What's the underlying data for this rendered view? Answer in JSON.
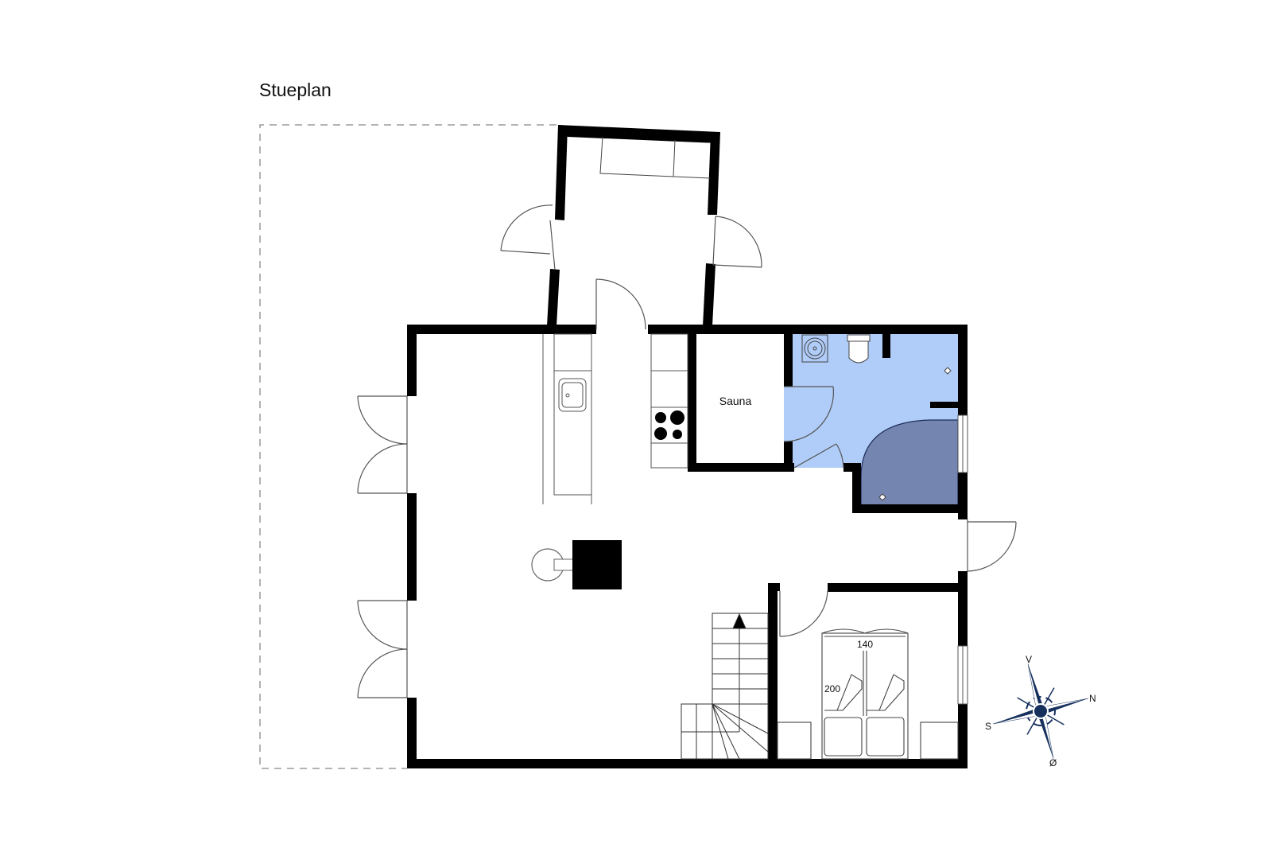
{
  "plan": {
    "title": "Stueplan",
    "rooms": [
      {
        "name": "sauna",
        "label": "Sauna"
      },
      {
        "name": "bathroom",
        "label": ""
      },
      {
        "name": "bedroom",
        "label": ""
      },
      {
        "name": "living-kitchen",
        "label": ""
      },
      {
        "name": "entrance",
        "label": ""
      }
    ],
    "bed": {
      "width_label": "140",
      "length_label": "200"
    },
    "compass": {
      "north": "N",
      "south": "S",
      "west": "V",
      "east": "Ø"
    },
    "colors": {
      "wall": "#000000",
      "bathroom_fill": "#b0ccf8",
      "shower_fill": "#7485b0",
      "compass_blue": "#16305e",
      "dashed_outline": "#888888"
    }
  }
}
